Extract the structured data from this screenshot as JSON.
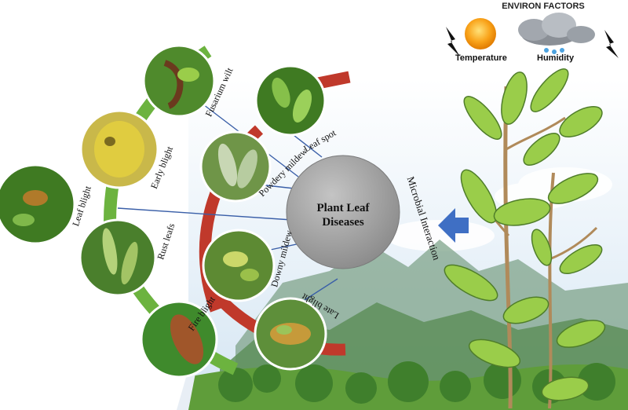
{
  "environ_factors": {
    "title": "ENVIRON FACTORS",
    "temperature_label": "Temperature",
    "humidity_label": "Humidity"
  },
  "center": {
    "line1": "Plant Leaf",
    "line2": "Diseases"
  },
  "microbial_label": "Microbial Interaction",
  "diseases": {
    "fusarium_wilt": "Fusarium wilt",
    "leaf_spot": "Leaf spot",
    "early_blight": "Early blight",
    "powdery_mildew": "Powdery mildew",
    "leaf_blight": "Leaf blight",
    "rust_leafs": "Rust leafs",
    "downy_mildew": "Downy mildew",
    "fire_blight": "Fire blight",
    "late_blight": "Late blight"
  },
  "colors": {
    "green_arc": "#6cb33f",
    "red_arc": "#c0392b",
    "arrow": "#3f6fc4",
    "center_circle": "#9a9a9a",
    "connector": "#3a5fa8"
  }
}
